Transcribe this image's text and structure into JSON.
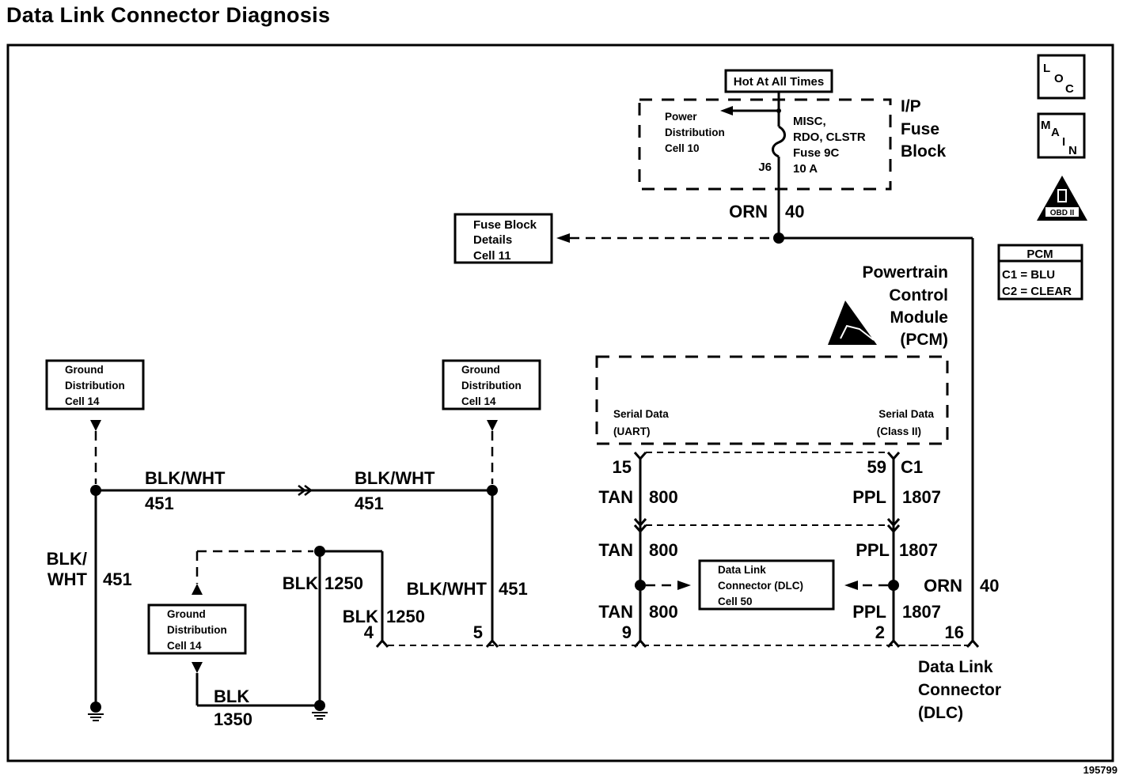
{
  "title": "Data Link Connector Diagnosis",
  "figure_number": "195799",
  "fuse_block": {
    "hot_label": "Hot At All Times",
    "name_lines": [
      "I/P",
      "Fuse",
      "Block"
    ],
    "power_dist_lines": [
      "Power",
      "Distribution",
      "Cell 10"
    ],
    "fuse_lines": [
      "MISC,",
      "RDO, CLSTR",
      "Fuse 9C",
      "10 A"
    ],
    "terminal": "J6"
  },
  "fuse_details_ref": [
    "Fuse Block",
    "Details",
    "Cell 11"
  ],
  "pcm": {
    "name_lines": [
      "Powertrain",
      "Control",
      "Module",
      "(PCM)"
    ],
    "serial_uart": [
      "Serial Data",
      "(UART)"
    ],
    "serial_class2": [
      "Serial Data",
      "(Class II)"
    ],
    "connector": "C1",
    "pin_uart": "15",
    "pin_class2": "59"
  },
  "pcm_legend": {
    "header": "PCM",
    "lines": [
      "C1 = BLU",
      "C2 = CLEAR"
    ]
  },
  "side_icons": {
    "loc": [
      "L",
      "O",
      "C"
    ],
    "main": [
      "M",
      "A",
      "I",
      "N"
    ],
    "obd": "OBD II"
  },
  "ground_refs": [
    [
      "Ground",
      "Distribution",
      "Cell 14"
    ],
    [
      "Ground",
      "Distribution",
      "Cell 14"
    ],
    [
      "Ground",
      "Distribution",
      "Cell 14"
    ]
  ],
  "dlc_ref": [
    "Data Link",
    "Connector (DLC)",
    "Cell 50"
  ],
  "dlc_name": [
    "Data Link",
    "Connector",
    "(DLC)"
  ],
  "dlc_pins": {
    "p4": "4",
    "p5": "5",
    "p9": "9",
    "p2": "2",
    "p16": "16"
  },
  "wires": {
    "orn_top": {
      "color": "ORN",
      "circuit": "40"
    },
    "orn_right": {
      "color": "ORN",
      "circuit": "40"
    },
    "tan_1": {
      "color": "TAN",
      "circuit": "800"
    },
    "tan_2": {
      "color": "TAN",
      "circuit": "800"
    },
    "tan_3": {
      "color": "TAN",
      "circuit": "800"
    },
    "ppl_1": {
      "color": "PPL",
      "circuit": "1807"
    },
    "ppl_2": {
      "color": "PPL",
      "circuit": "1807"
    },
    "ppl_3": {
      "color": "PPL",
      "circuit": "1807"
    },
    "blkwht_h1": {
      "color": "BLK/WHT",
      "circuit": "451"
    },
    "blkwht_h2": {
      "color": "BLK/WHT",
      "circuit": "451"
    },
    "blkwht_left": {
      "color_lines": [
        "BLK/",
        "WHT"
      ],
      "circuit": "451"
    },
    "blkwht_pin5": {
      "color": "BLK/WHT",
      "circuit": "451"
    },
    "blk_1250_a": {
      "color": "BLK",
      "circuit": "1250"
    },
    "blk_1250_b": {
      "color": "BLK",
      "circuit": "1250"
    },
    "blk_1350": {
      "color": "BLK",
      "circuit": "1350"
    }
  }
}
